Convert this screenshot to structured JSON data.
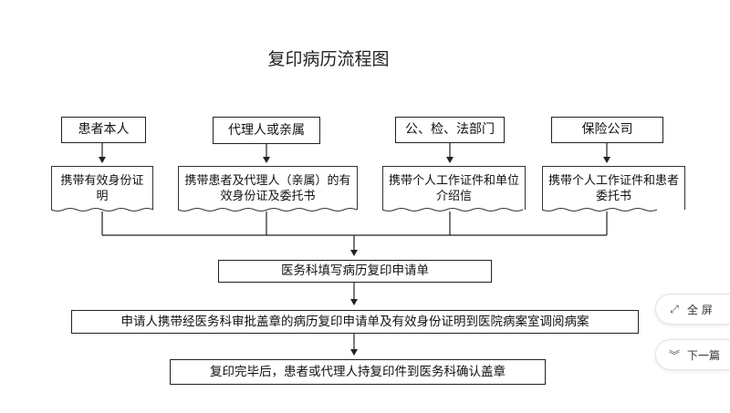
{
  "diagram": {
    "title": "复印病历流程图",
    "roles": [
      "患者本人",
      "代理人或亲属",
      "公、检、法部门",
      "保险公司"
    ],
    "documents": [
      "携带有效身份证明",
      "携带患者及代理人（亲属）的有效身份证及委托书",
      "携带个人工作证件和单位介绍信",
      "携带个人工作证件和患者委托书"
    ],
    "steps": [
      "医务科填写病历复印申请单",
      "申请人携带经医务科审批盖章的病历复印申请单及有效身份证明到医院病案室调阅病案",
      "复印完毕后，患者或代理人持复印件到医务科确认盖章"
    ]
  },
  "side_controls": {
    "fullscreen_label": "全 屏",
    "next_label": "下一篇"
  }
}
